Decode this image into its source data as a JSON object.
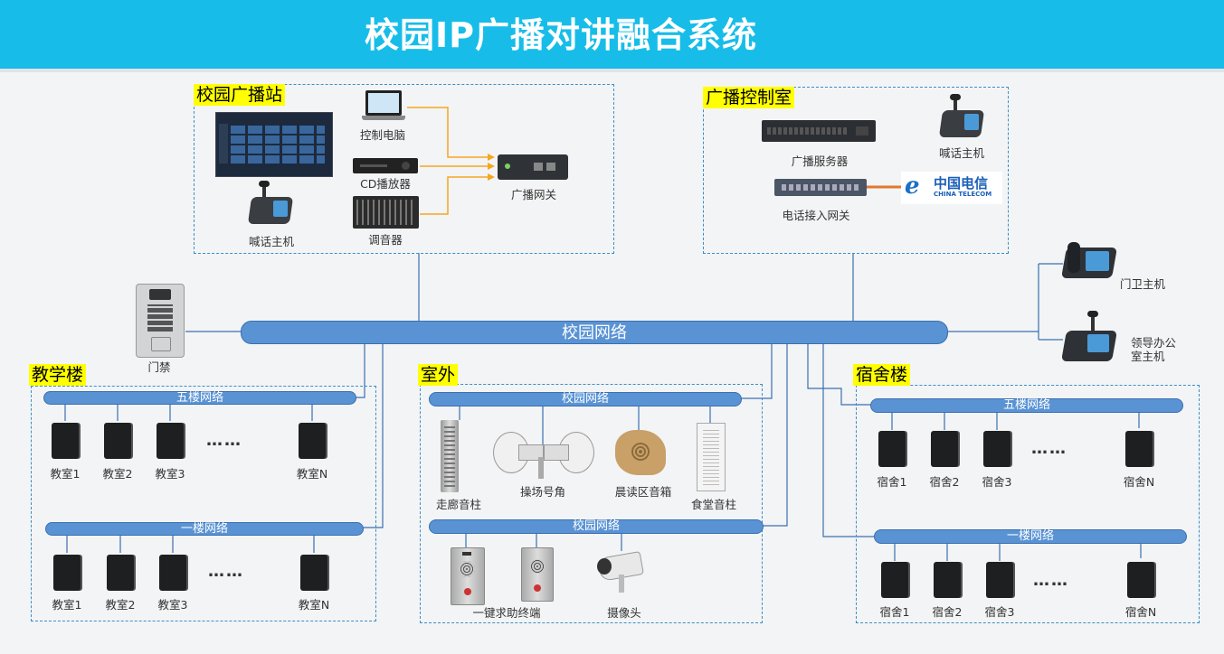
{
  "title": "校园IP广播对讲融合系统",
  "network_label": "校园网络",
  "zones": {
    "station": {
      "title": "校园广播站",
      "mic_host": "喊话主机",
      "pc": "控制电脑",
      "cd": "CD播放器",
      "mixer": "调音器",
      "gateway": "广播网关"
    },
    "control": {
      "title": "广播控制室",
      "server": "广播服务器",
      "mic_host": "喊话主机",
      "phone_gw": "电话接入网关",
      "telecom_cn": "中国电信",
      "telecom_en": "CHINA TELECOM"
    },
    "teaching": {
      "title": "教学楼",
      "bus_top": "五楼网络",
      "bus_bottom": "一楼网络",
      "rooms_top": [
        "教室1",
        "教室2",
        "教室3",
        "教室N"
      ],
      "rooms_bottom": [
        "教室1",
        "教室2",
        "教室3",
        "教室N"
      ],
      "dots": "……"
    },
    "outdoor": {
      "title": "室外",
      "bus_top": "校园网络",
      "bus_bottom": "校园网络",
      "devices_top": [
        "走廊音柱",
        "操场号角",
        "晨读区音箱",
        "食堂音柱"
      ],
      "help": "一键求助终端",
      "camera": "摄像头"
    },
    "dorm": {
      "title": "宿舍楼",
      "bus_top": "五楼网络",
      "bus_bottom": "一楼网络",
      "rooms_top": [
        "宿舍1",
        "宿舍2",
        "宿舍3",
        "宿舍N"
      ],
      "rooms_bottom": [
        "宿舍1",
        "宿舍2",
        "宿舍3",
        "宿舍N"
      ],
      "dots": "……"
    }
  },
  "access": "门禁",
  "gate_host": "门卫主机",
  "leader_host": "领导办公室主机",
  "colors": {
    "header": "#17bde8",
    "bus": "#5a93d4",
    "zone_border": "#3b8fc9",
    "zone_title_bg": "#ffff00",
    "arrow": "#f5a623",
    "telecom_line": "#e07a2e"
  }
}
